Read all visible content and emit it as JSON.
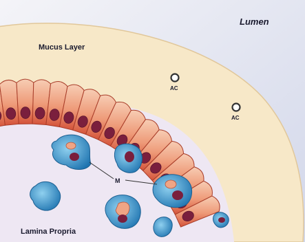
{
  "labels": {
    "lumen": "Lumen",
    "mucus_layer": "Mucus Layer",
    "lamina_propria": "Lamina Propria",
    "m": "M",
    "ac_1": "AC",
    "ac_2": "AC"
  },
  "colors": {
    "lumen_bg": "#dfe3f1",
    "mucus": "#f7e7c4",
    "lamina": "#ece6f2",
    "epithelium_light": "#f6c2a6",
    "epithelium_dark": "#d9573c",
    "nucleus": "#7a1f3d",
    "macrophage": "#2f8fc7",
    "macrophage_light": "#7ec6ea",
    "inclusion": "#e8a080"
  }
}
